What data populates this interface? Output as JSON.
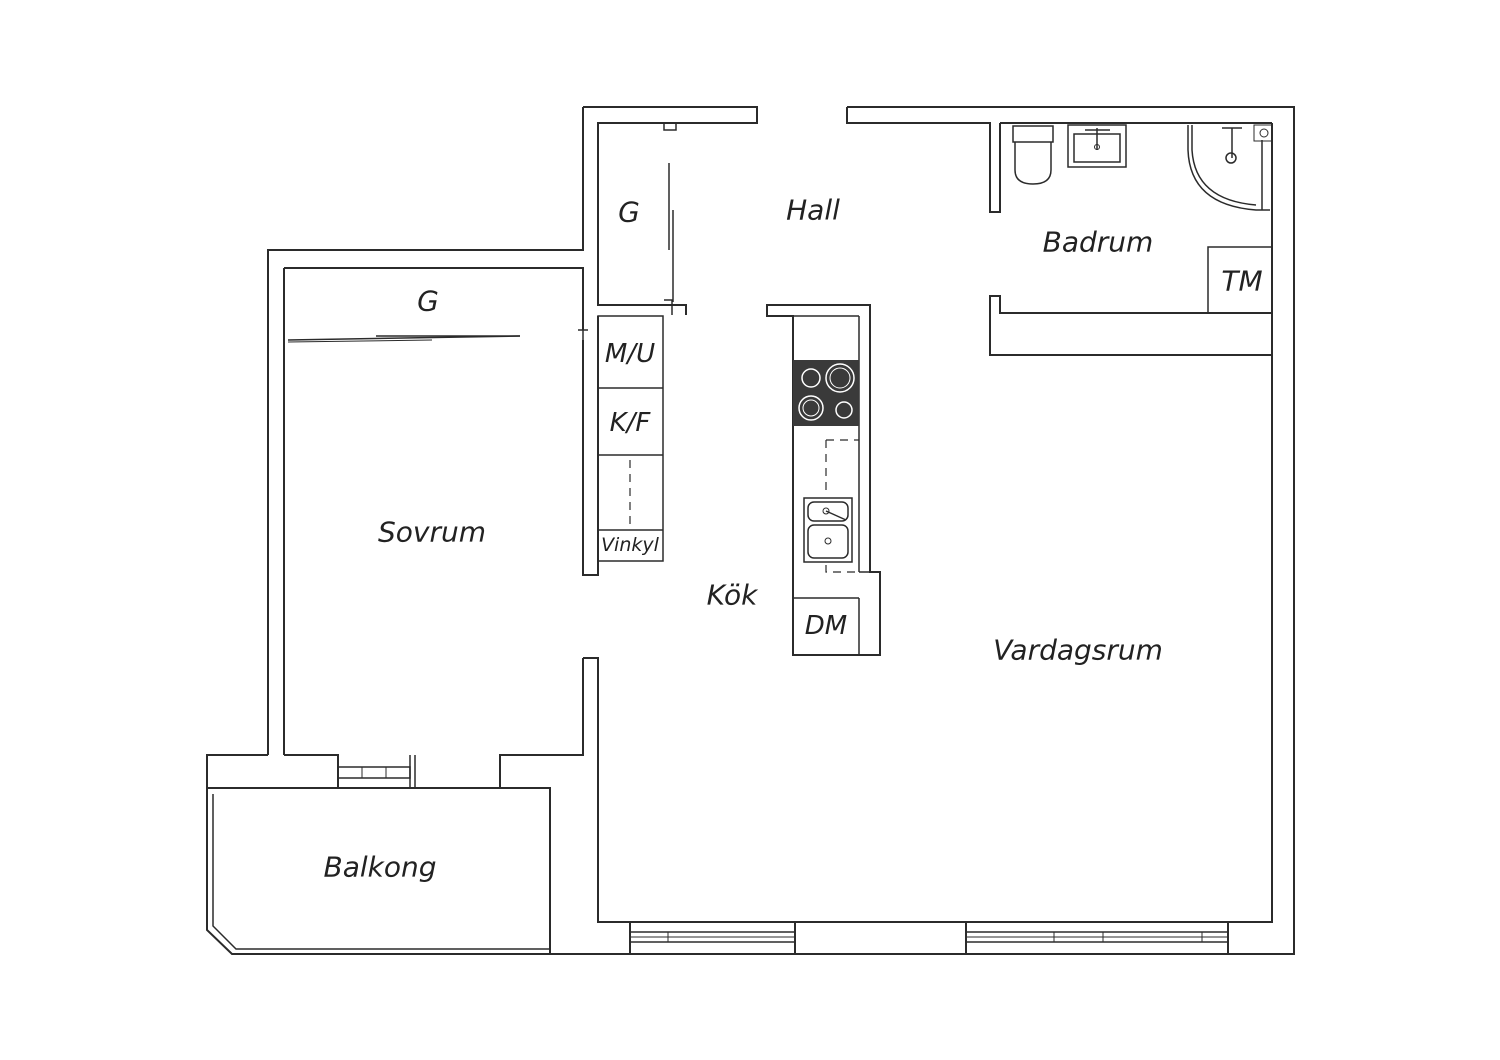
{
  "rooms": {
    "hall": "Hall",
    "badrum": "Badrum",
    "tm": "TM",
    "g_hall": "G",
    "g_sovrum": "G",
    "mu": "M/U",
    "kf": "K/F",
    "vinkyl": "Vinkyl",
    "sovrum": "Sovrum",
    "kok": "Kök",
    "dm": "DM",
    "vardagsrum": "Vardagsrum",
    "balkong": "Balkong"
  },
  "colors": {
    "line": "#2b2b2b",
    "stove": "#3a3a3a",
    "background": "#ffffff"
  }
}
